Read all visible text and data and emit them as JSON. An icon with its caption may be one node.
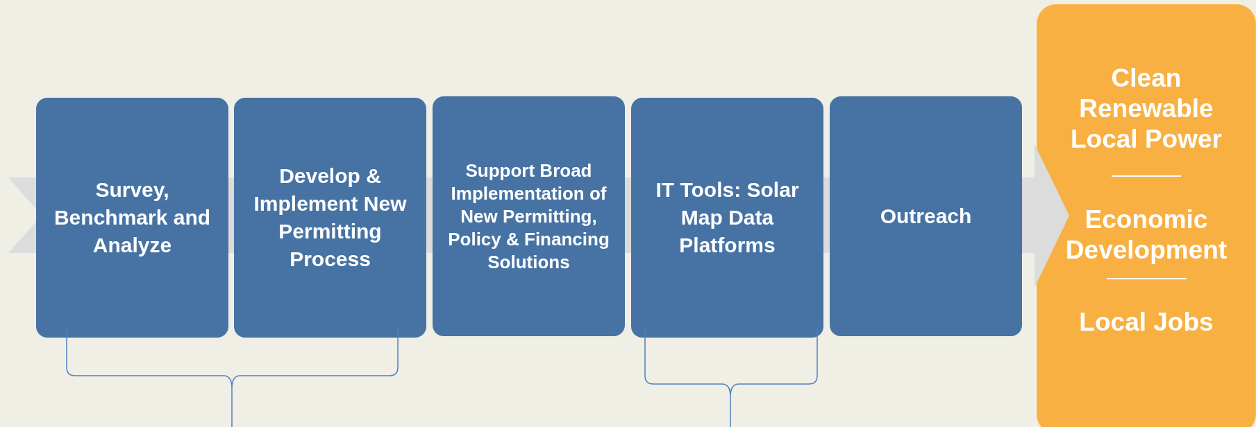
{
  "diagram": {
    "nodes": [
      {
        "text": [
          "Survey, Benchmark and Analyze"
        ]
      },
      {
        "text": [
          "Develop & Implement New Permitting Process"
        ]
      },
      {
        "text": [
          "Support Broad Implementation of  New Permitting, Policy & Financing Solutions"
        ]
      },
      {
        "text": [
          "IT Tools: Solar Map Data Platforms"
        ]
      },
      {
        "text": [
          "Outreach"
        ]
      },
      {
        "text": [
          "Clean Renewable Local Power",
          "Economic Development",
          "Local Jobs"
        ]
      }
    ]
  }
}
